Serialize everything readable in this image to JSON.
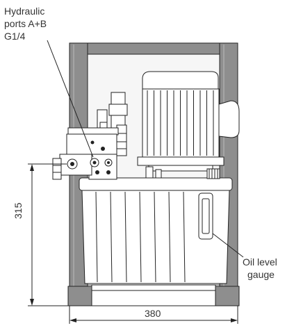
{
  "labels": {
    "ports_line1": "Hydraulic",
    "ports_line2": "ports A+B",
    "ports_line3": "G1/4",
    "gauge_line1": "Oil level",
    "gauge_line2": "gauge",
    "width_dim": "380",
    "height_dim": "315"
  },
  "colors": {
    "frame_fill": "#8a8a8a",
    "frame_light": "#c8c8c8",
    "line": "#222222",
    "background": "#ffffff",
    "panel_fill": "#f4f4f4"
  }
}
